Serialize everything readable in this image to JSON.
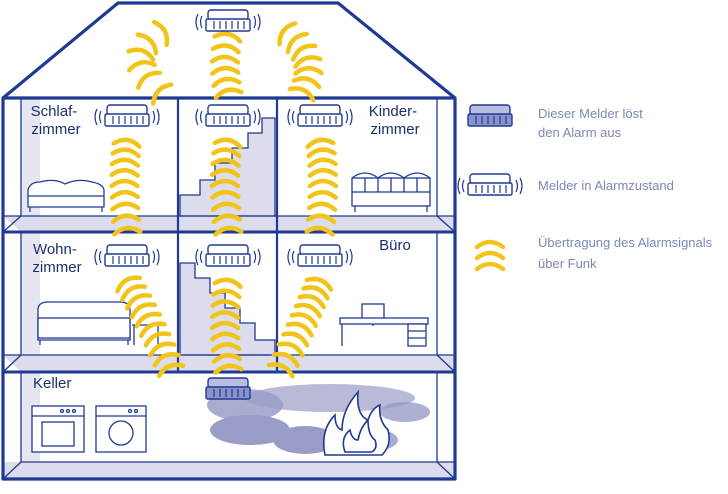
{
  "rooms": {
    "schlafzimmer": [
      "Schlaf-",
      "zimmer"
    ],
    "kinderzimmer": [
      "Kinder-",
      "zimmer"
    ],
    "wohnzimmer": [
      "Wohn-",
      "zimmer"
    ],
    "buero": "Büro",
    "keller": "Keller"
  },
  "legend": {
    "trigger": [
      "Dieser Melder löst",
      "den Alarm aus"
    ],
    "alarm": "Melder in Alarmzustand",
    "signal": [
      "Übertragung des Alarmsignals",
      "über Funk"
    ]
  },
  "colors": {
    "outline": "#1f3a93",
    "room_fill": "#dcdcec",
    "smoke": "#9a9cc8",
    "signal": "#f2c41a",
    "legend_text": "#7d87b8",
    "room_text": "#1b2f6e"
  },
  "icons": {
    "detector": "smoke-detector-icon",
    "trigger_detector": "triggering-smoke-detector-icon",
    "signal": "radio-wave-icon"
  }
}
